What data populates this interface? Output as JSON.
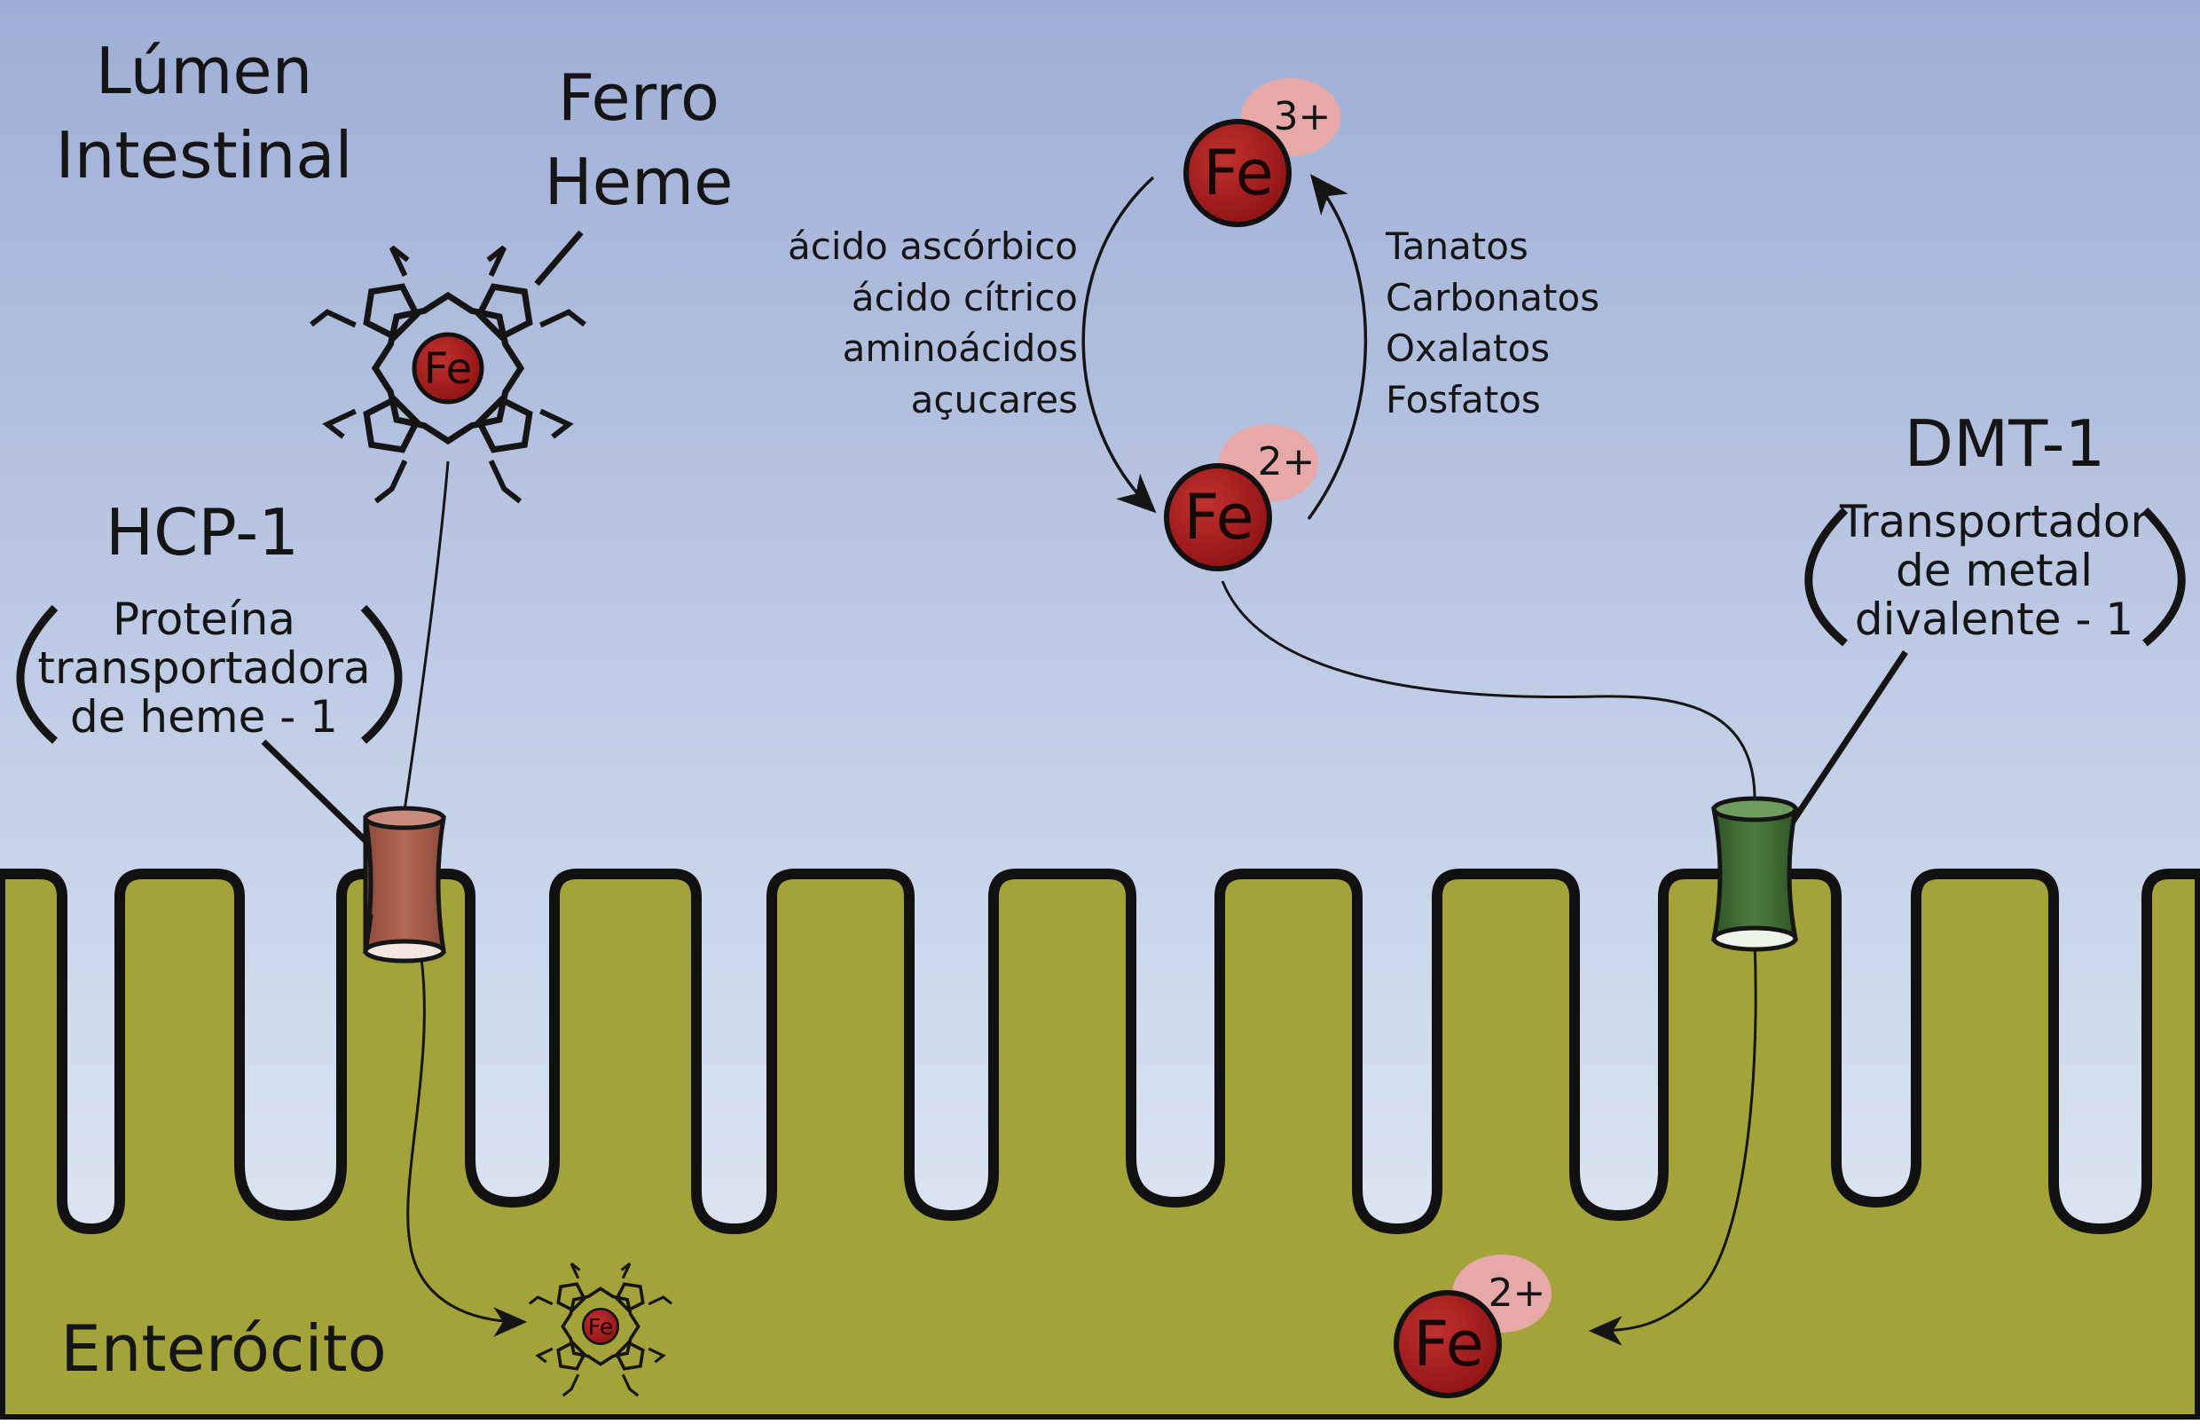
{
  "labels": {
    "lumen_line1": "Lúmen",
    "lumen_line2": "Intestinal",
    "ferro_line1": "Ferro",
    "ferro_line2": "Heme",
    "hcp_title": "HCP-1",
    "hcp_desc_line1": "Proteína",
    "hcp_desc_line2": "transportadora",
    "hcp_desc_line3": "de heme - 1",
    "dmt_title": "DMT-1",
    "dmt_desc_line1": "Transportador",
    "dmt_desc_line2": "de metal",
    "dmt_desc_line3": "divalente - 1",
    "enterocito": "Enterócito"
  },
  "reducers": [
    "ácido ascórbico",
    "ácido cítrico",
    "aminoácidos",
    "açucares"
  ],
  "oxidizers": [
    "Tanatos",
    "Carbonatos",
    "Oxalatos",
    "Fosfatos"
  ],
  "iron": {
    "symbol": "Fe",
    "ferric_charge": "3+",
    "ferrous_charge": "2+",
    "enterocyte_charge": "2+"
  },
  "colors": {
    "sky_top": "#9eaed6",
    "sky_bottom": "#e3ecf6",
    "tissue": "#a3a33a",
    "iron_ball": "#8e1313",
    "charge_badge": "#e7a8a8",
    "hcp_transporter": "#a85d4b",
    "dmt_transporter": "#3e6b33"
  }
}
